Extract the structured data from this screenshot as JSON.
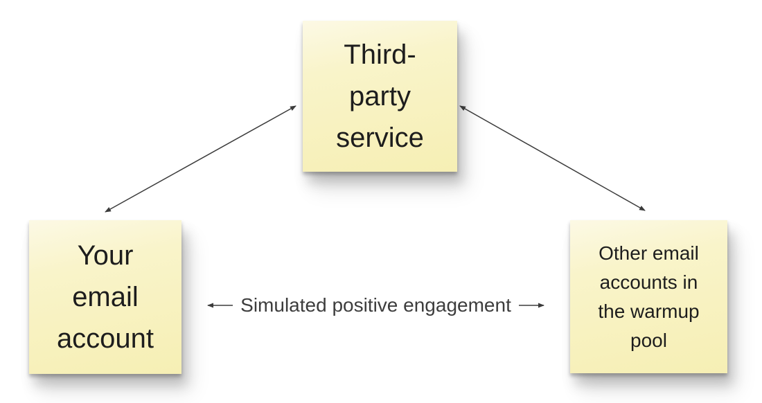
{
  "diagram": {
    "notes": [
      {
        "id": "third-party-service",
        "text": "Third-\nparty\nservice"
      },
      {
        "id": "your-email-account",
        "text": "Your\nemail\naccount"
      },
      {
        "id": "warmup-pool",
        "text": "Other email\naccounts in\nthe warmup\npool"
      }
    ],
    "connectors": [
      {
        "from": "Your email account",
        "to": "Third-party service",
        "style": "bidirectional-arrow",
        "label": ""
      },
      {
        "from": "Third-party service",
        "to": "Other email accounts in the warmup pool",
        "style": "bidirectional-arrow",
        "label": ""
      },
      {
        "from": "Your email account",
        "to": "Other email accounts in the warmup pool",
        "style": "bidirectional-arrow",
        "label": "Simulated positive engagement"
      }
    ],
    "colors": {
      "canvas_background": "#ffffff",
      "note_background": "#f8f3c4",
      "note_background_light": "#fcf9e3",
      "note_text": "#1d1d1d",
      "edge_label_text": "#3d3d3d",
      "arrow": "#3b3b3b"
    }
  }
}
